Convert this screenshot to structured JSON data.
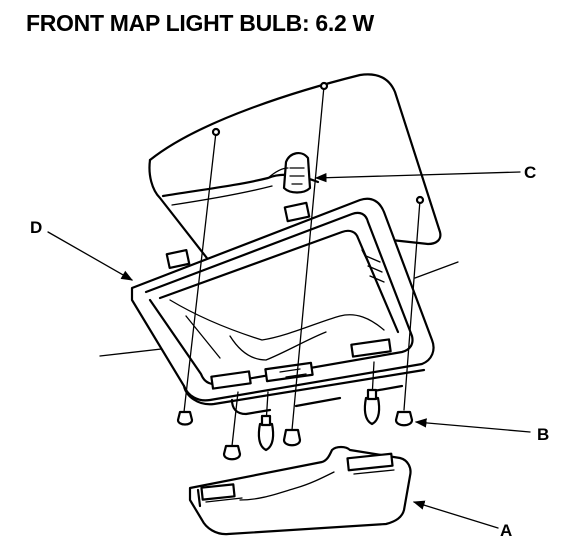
{
  "title": "FRONT MAP LIGHT BULB: 6.2 W",
  "callouts": {
    "a": "A",
    "b": "B",
    "c": "C",
    "d": "D"
  }
}
